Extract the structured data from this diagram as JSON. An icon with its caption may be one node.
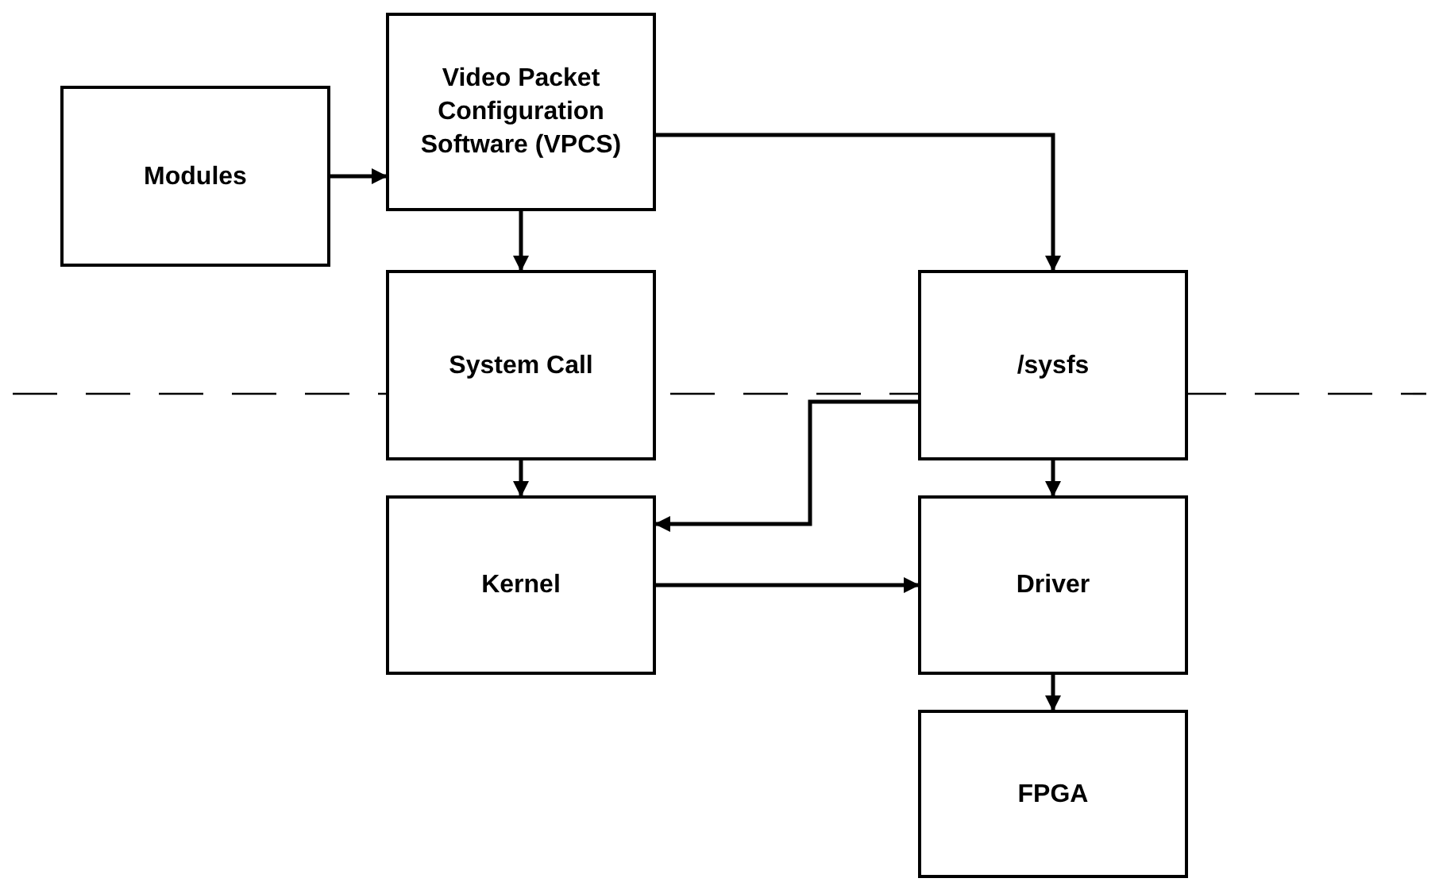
{
  "diagram": {
    "nodes": [
      {
        "text": [
          "Modules"
        ]
      },
      {
        "text": [
          "Video Packet Configuration Software (VPCS)"
        ]
      },
      {
        "text": [
          "System Call"
        ]
      },
      {
        "text": [
          "/sysfs"
        ]
      },
      {
        "text": [
          "Kernel"
        ]
      },
      {
        "text": [
          "Driver"
        ]
      },
      {
        "text": [
          "FPGA"
        ]
      }
    ],
    "edges": [
      {
        "from": 0,
        "to": 1,
        "arrow": "to"
      },
      {
        "from": 1,
        "to": 2,
        "arrow": "to"
      },
      {
        "from": 1,
        "to": 3,
        "arrow": "to"
      },
      {
        "from": 2,
        "to": 4,
        "arrow": "to"
      },
      {
        "from": 3,
        "to": 4,
        "arrow": "to"
      },
      {
        "from": 3,
        "to": 5,
        "arrow": "to"
      },
      {
        "from": 4,
        "to": 5,
        "arrow": "to"
      },
      {
        "from": 5,
        "to": 6,
        "arrow": "to"
      }
    ]
  }
}
